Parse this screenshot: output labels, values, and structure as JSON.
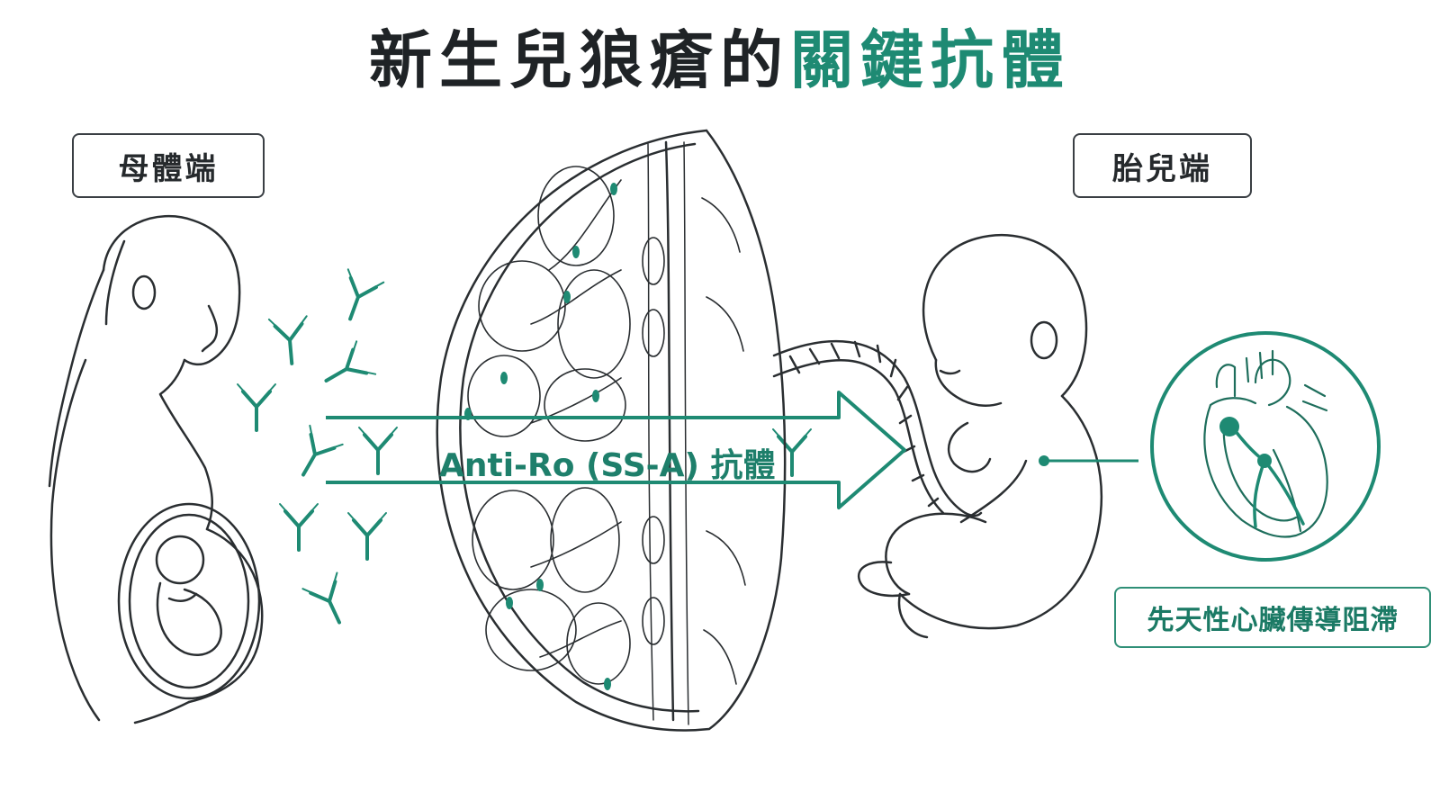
{
  "title": {
    "main": "新生兒狼瘡的",
    "highlight": "關鍵抗體"
  },
  "labels": {
    "mother": "母體端",
    "fetus": "胎兒端"
  },
  "arrow": {
    "label": "Anti-Ro (SS-A) 抗體"
  },
  "result": {
    "label": "先天性心臟傳導阻滯"
  },
  "colors": {
    "accent": "#1e8a73",
    "line": "#2a2e31",
    "box_border": "#3a3f44"
  },
  "icons": [
    "pregnant-woman-figure",
    "antibody-icon",
    "placenta-cross-section",
    "umbilical-cord",
    "fetus-figure",
    "heart-conduction-icon"
  ]
}
